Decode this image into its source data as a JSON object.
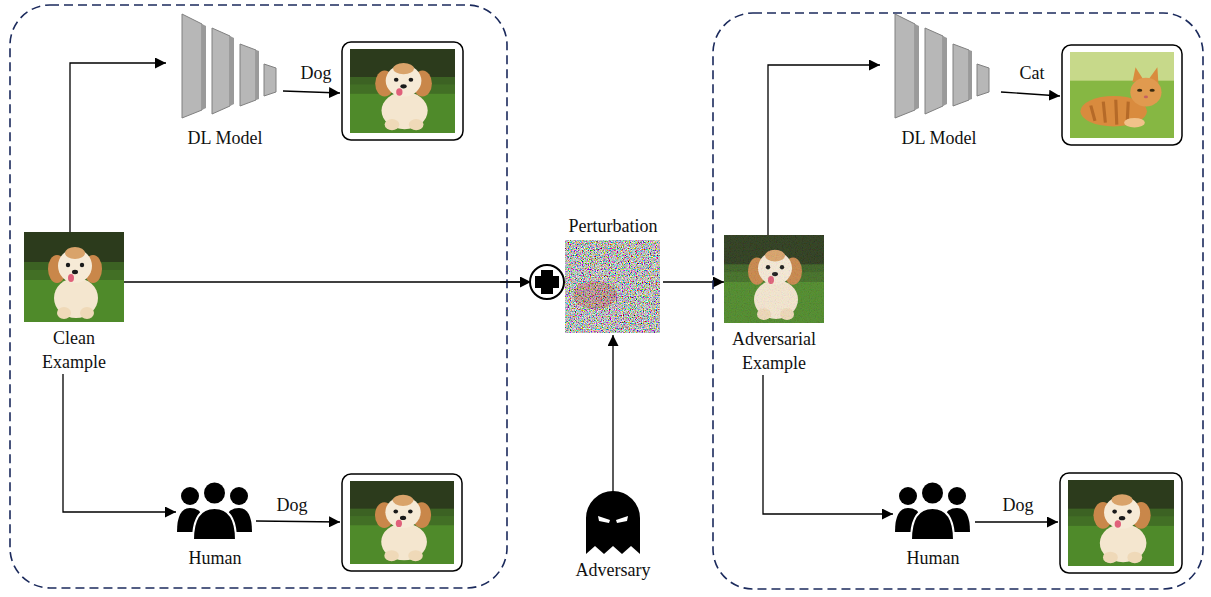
{
  "diagram": {
    "nodes": [
      {
        "text": [
          "DL Model"
        ]
      },
      {
        "text": [
          "Clean Example"
        ]
      },
      {
        "text": [
          "Human"
        ]
      },
      {
        "text": [
          "Perturbation"
        ]
      },
      {
        "text": [
          "Adversary"
        ]
      },
      {
        "text": [
          "Adversarial Example"
        ]
      },
      {
        "text": [
          "DL Model"
        ]
      },
      {
        "text": [
          "Human"
        ]
      }
    ],
    "edges": [
      {
        "from": 1,
        "to": 0,
        "arrow": "to"
      },
      {
        "from": 1,
        "to": 2,
        "arrow": "to"
      },
      {
        "from": 1,
        "to": 3,
        "arrow": "to"
      },
      {
        "from": 4,
        "to": 3,
        "arrow": "to"
      },
      {
        "from": 3,
        "to": 5,
        "arrow": "to"
      },
      {
        "from": 5,
        "to": 6,
        "arrow": "to"
      },
      {
        "from": 5,
        "to": 7,
        "arrow": "to"
      }
    ],
    "labels": [
      "Dog",
      "Dog",
      "Cat",
      "Dog"
    ]
  }
}
